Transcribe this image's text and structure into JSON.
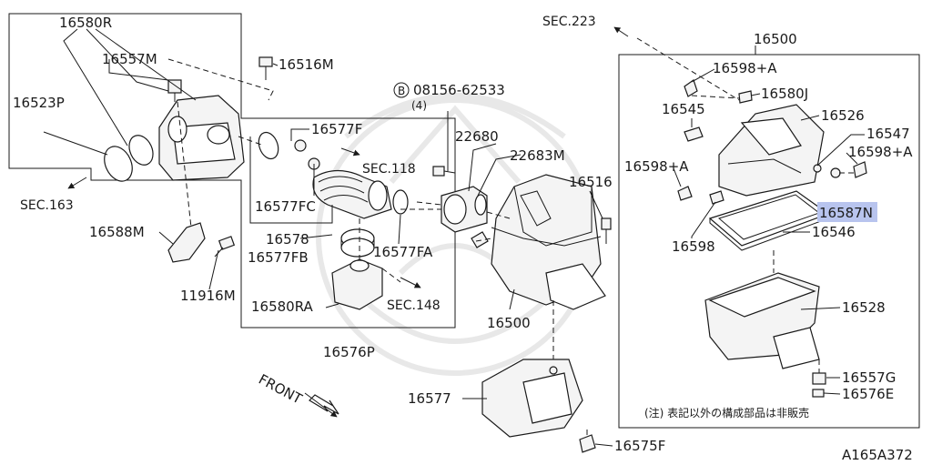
{
  "labels": {
    "p16580R": "16580R",
    "p16557M": "16557M",
    "p16516M": "16516M",
    "p16523P": "16523P",
    "sec163": "SEC.163",
    "p16588M": "16588M",
    "p11916M": "11916M",
    "p16577F": "16577F",
    "sec118": "SEC.118",
    "p16577FC": "16577FC",
    "p16578": "16578",
    "p16577FB": "16577FB",
    "p16577FA": "16577FA",
    "p16580RA": "16580RA",
    "sec148": "SEC.148",
    "p16576P": "16576P",
    "bolt_circle": "B",
    "bolt_num": "08156-62533",
    "bolt_qty": "(4)",
    "p22680": "22680",
    "p22683M": "22683M",
    "p16516": "16516",
    "p16500_center": "16500",
    "sec223": "SEC.223",
    "p16500_box": "16500",
    "p16598A_1": "16598+A",
    "p16580J": "16580J",
    "p16545": "16545",
    "p16526": "16526",
    "p16547": "16547",
    "p16598A_2": "16598+A",
    "p16598A_3": "16598+A",
    "p16587N": "16587N",
    "p16598": "16598",
    "p16546": "16546",
    "p16528": "16528",
    "p16557G": "16557G",
    "p16576E": "16576E",
    "note": "(注) 表記以外の構成部品は非販売",
    "front": "FRONT",
    "p16577": "16577",
    "p16575F": "16575F",
    "diagram_id": "A165A372"
  },
  "colors": {
    "highlight": "#b8c4ee",
    "ink": "#1a1a1a"
  }
}
